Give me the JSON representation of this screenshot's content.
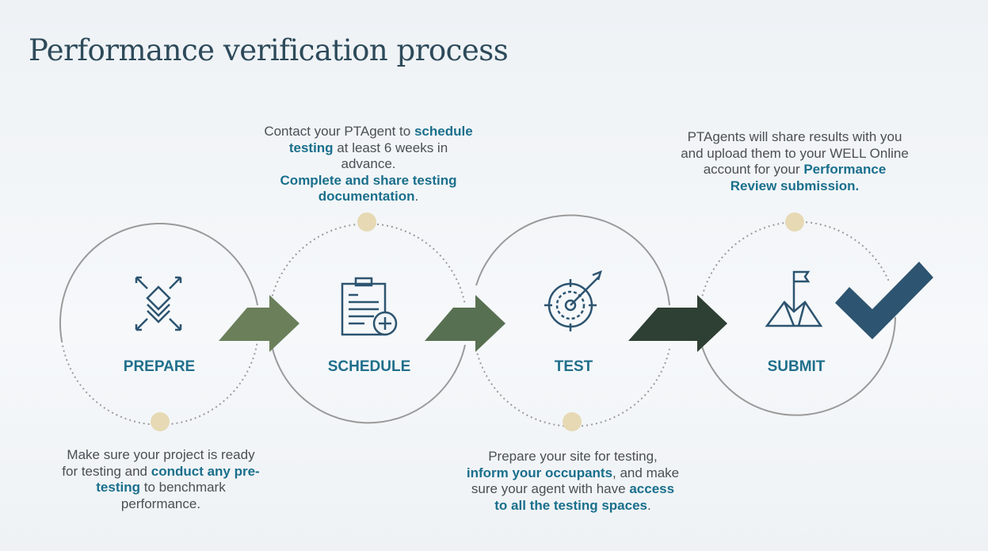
{
  "title": "Performance verification process",
  "steps": [
    {
      "label": "PREPARE",
      "icon": "expand-layers-icon"
    },
    {
      "label": "SCHEDULE",
      "icon": "clipboard-add-icon"
    },
    {
      "label": "TEST",
      "icon": "target-arrow-icon"
    },
    {
      "label": "SUBMIT",
      "icon": "mountain-flag-icon"
    }
  ],
  "descriptions": {
    "prepare": {
      "t1": "Make sure your project is ready for testing and",
      "b1": "conduct any pre-testing",
      "t2": " to benchmark performance."
    },
    "schedule": {
      "t1": "Contact your PTAgent to ",
      "b1": "schedule testing",
      "t2": " at least 6 weeks in advance.",
      "b2": "Complete and share testing documentation",
      "t3": "."
    },
    "test": {
      "t1": "Prepare your site for testing, ",
      "b1": "inform your occupants",
      "t2": ", and make sure your agent with have ",
      "b2": "access to all the testing spaces",
      "t3": "."
    },
    "submit": {
      "t1": "PTAgents will share results with you and upload them to your WELL Online account for your ",
      "b1": "Performance Review submission."
    }
  },
  "colors": {
    "title": "#2d4a5a",
    "label": "#1f6f8b",
    "arrow1": "#6a7f5a",
    "arrow2": "#587052",
    "arrow3": "#2e3f33",
    "check": "#2d5470",
    "dot": "#e6d9b4"
  }
}
